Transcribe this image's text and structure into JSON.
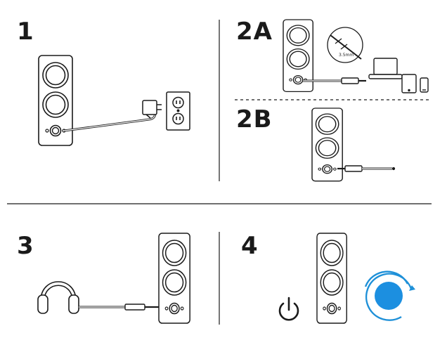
{
  "steps": {
    "step1": "1",
    "step2a": "2A",
    "step2b": "2B",
    "step3": "3",
    "step4": "4"
  },
  "jack_dimension": "3.5mm",
  "icons": {
    "power": "power-icon",
    "volume_knob": "volume-knob-icon",
    "outlet": "wall-outlet-icon",
    "headphones": "headphones-icon"
  },
  "colors": {
    "line": "#1a1a1a",
    "accent_blue": "#1e90d8",
    "knob_blue": "#1c8fe0"
  }
}
